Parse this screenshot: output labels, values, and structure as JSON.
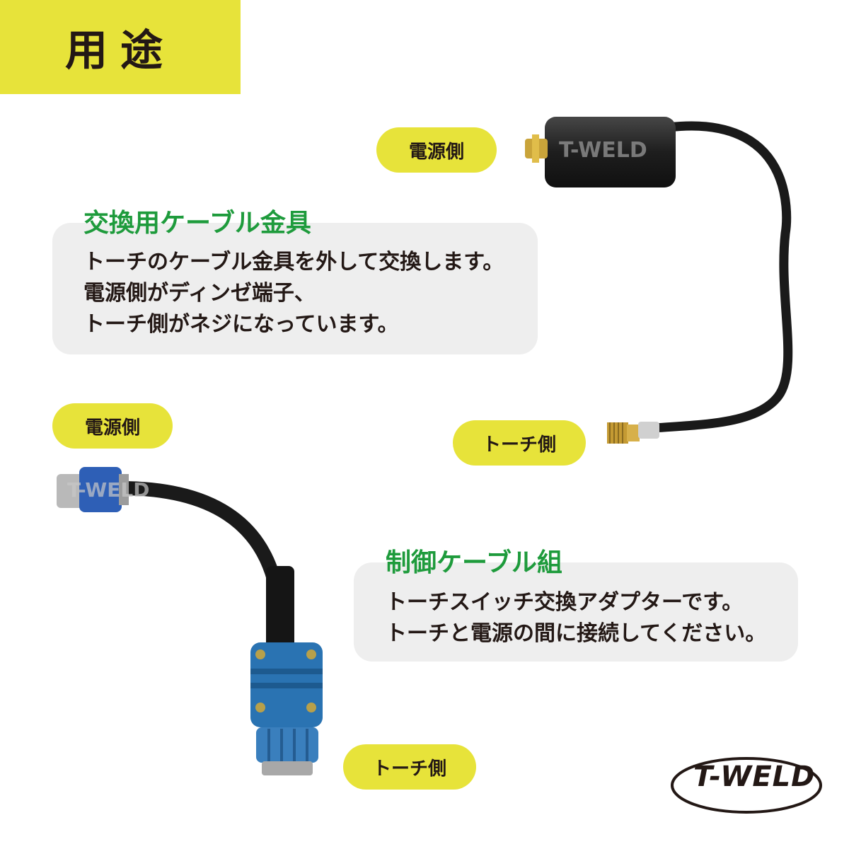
{
  "header": {
    "title": "用途"
  },
  "sections": {
    "exchange": {
      "title": "交換用ケーブル金具",
      "lines": [
        "トーチのケーブル金具を外して交換します。",
        "電源側がディンゼ端子、",
        "トーチ側がネジになっています。"
      ],
      "label_power": "電源側",
      "label_torch": "トーチ側"
    },
    "control": {
      "title": "制御ケーブル組",
      "lines": [
        "トーチスイッチ交換アダプターです。",
        "トーチと電源の間に接続してください。"
      ],
      "label_power": "電源側",
      "label_torch": "トーチ側"
    }
  },
  "watermark": "T-WELD",
  "logo": "T-WELD",
  "colors": {
    "accent_yellow": "#e7e33a",
    "title_green": "#1e9b3c",
    "box_gray": "#eeeeee",
    "cable_blue": "#2a73b2"
  }
}
